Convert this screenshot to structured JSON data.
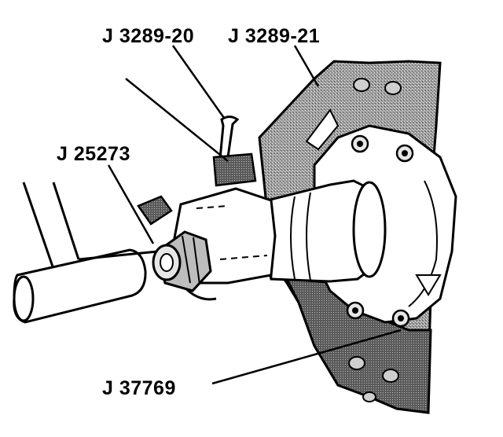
{
  "callouts": {
    "j3289_20": "J 3289-20",
    "j3289_21": "J 3289-21",
    "j25273": "J 25273",
    "j37769": "J 37769"
  },
  "colors": {
    "ink": "#000000",
    "paper": "#ffffff",
    "shade": "#8c8c8c",
    "shade_dark": "#4a4a4a"
  }
}
